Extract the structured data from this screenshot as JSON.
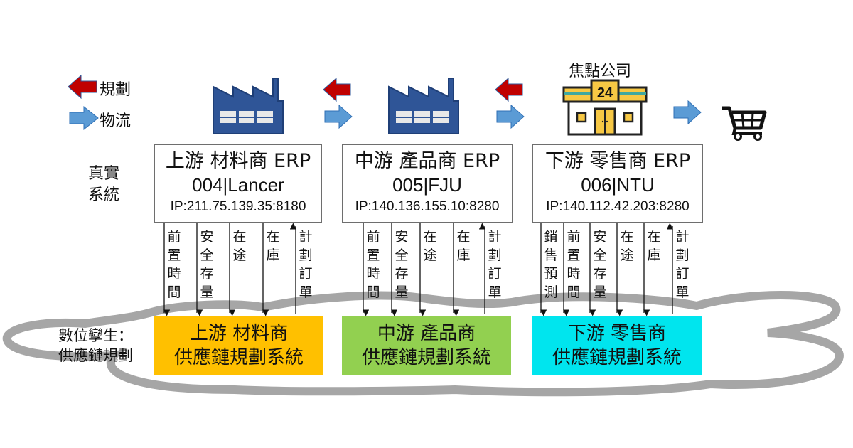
{
  "legend": {
    "planning_label": "規劃",
    "logistics_label": "物流",
    "planning_arrow_color": "#c00000",
    "logistics_arrow_color": "#5b9bd5"
  },
  "focus_company_label": "焦點公司",
  "store_sign": "24",
  "real_system_label": "真實系統",
  "digital_twin_label_line1": "數位孿生：",
  "digital_twin_label_line2": "供應鏈規劃",
  "tiers": [
    {
      "key": "upstream",
      "icon": "factory-icon",
      "erp_title": "上游 材料商 ERP",
      "erp_id": "004|Lancer",
      "erp_ip": "IP:211.75.139.35:8180",
      "flows": [
        {
          "label": "前置時間",
          "direction": "down"
        },
        {
          "label": "安全存量",
          "direction": "down"
        },
        {
          "label": "在途",
          "direction": "down"
        },
        {
          "label": "在庫",
          "direction": "down"
        },
        {
          "label": "計劃訂單",
          "direction": "up"
        }
      ],
      "system_line1": "上游 材料商",
      "system_line2": "供應鏈規劃系統",
      "system_color": "#ffc000"
    },
    {
      "key": "midstream",
      "icon": "factory-icon",
      "erp_title": "中游 產品商 ERP",
      "erp_id": "005|FJU",
      "erp_ip": "IP:140.136.155.10:8280",
      "flows": [
        {
          "label": "前置時間",
          "direction": "down"
        },
        {
          "label": "安全存量",
          "direction": "down"
        },
        {
          "label": "在途",
          "direction": "down"
        },
        {
          "label": "在庫",
          "direction": "down"
        },
        {
          "label": "計劃訂單",
          "direction": "up"
        }
      ],
      "system_line1": "中游 產品商",
      "system_line2": "供應鏈規劃系統",
      "system_color": "#92d050"
    },
    {
      "key": "downstream",
      "icon": "convenience-store-icon",
      "erp_title": "下游 零售商 ERP",
      "erp_id": "006|NTU",
      "erp_ip": "IP:140.112.42.203:8280",
      "flows": [
        {
          "label": "銷售預測",
          "direction": "down"
        },
        {
          "label": "前置時間",
          "direction": "down"
        },
        {
          "label": "安全存量",
          "direction": "down"
        },
        {
          "label": "在途",
          "direction": "down"
        },
        {
          "label": "在庫",
          "direction": "down"
        },
        {
          "label": "計劃訂單",
          "direction": "up"
        }
      ],
      "system_line1": "下游 零售商",
      "system_line2": "供應鏈規劃系統",
      "system_color": "#00e5ee"
    }
  ]
}
